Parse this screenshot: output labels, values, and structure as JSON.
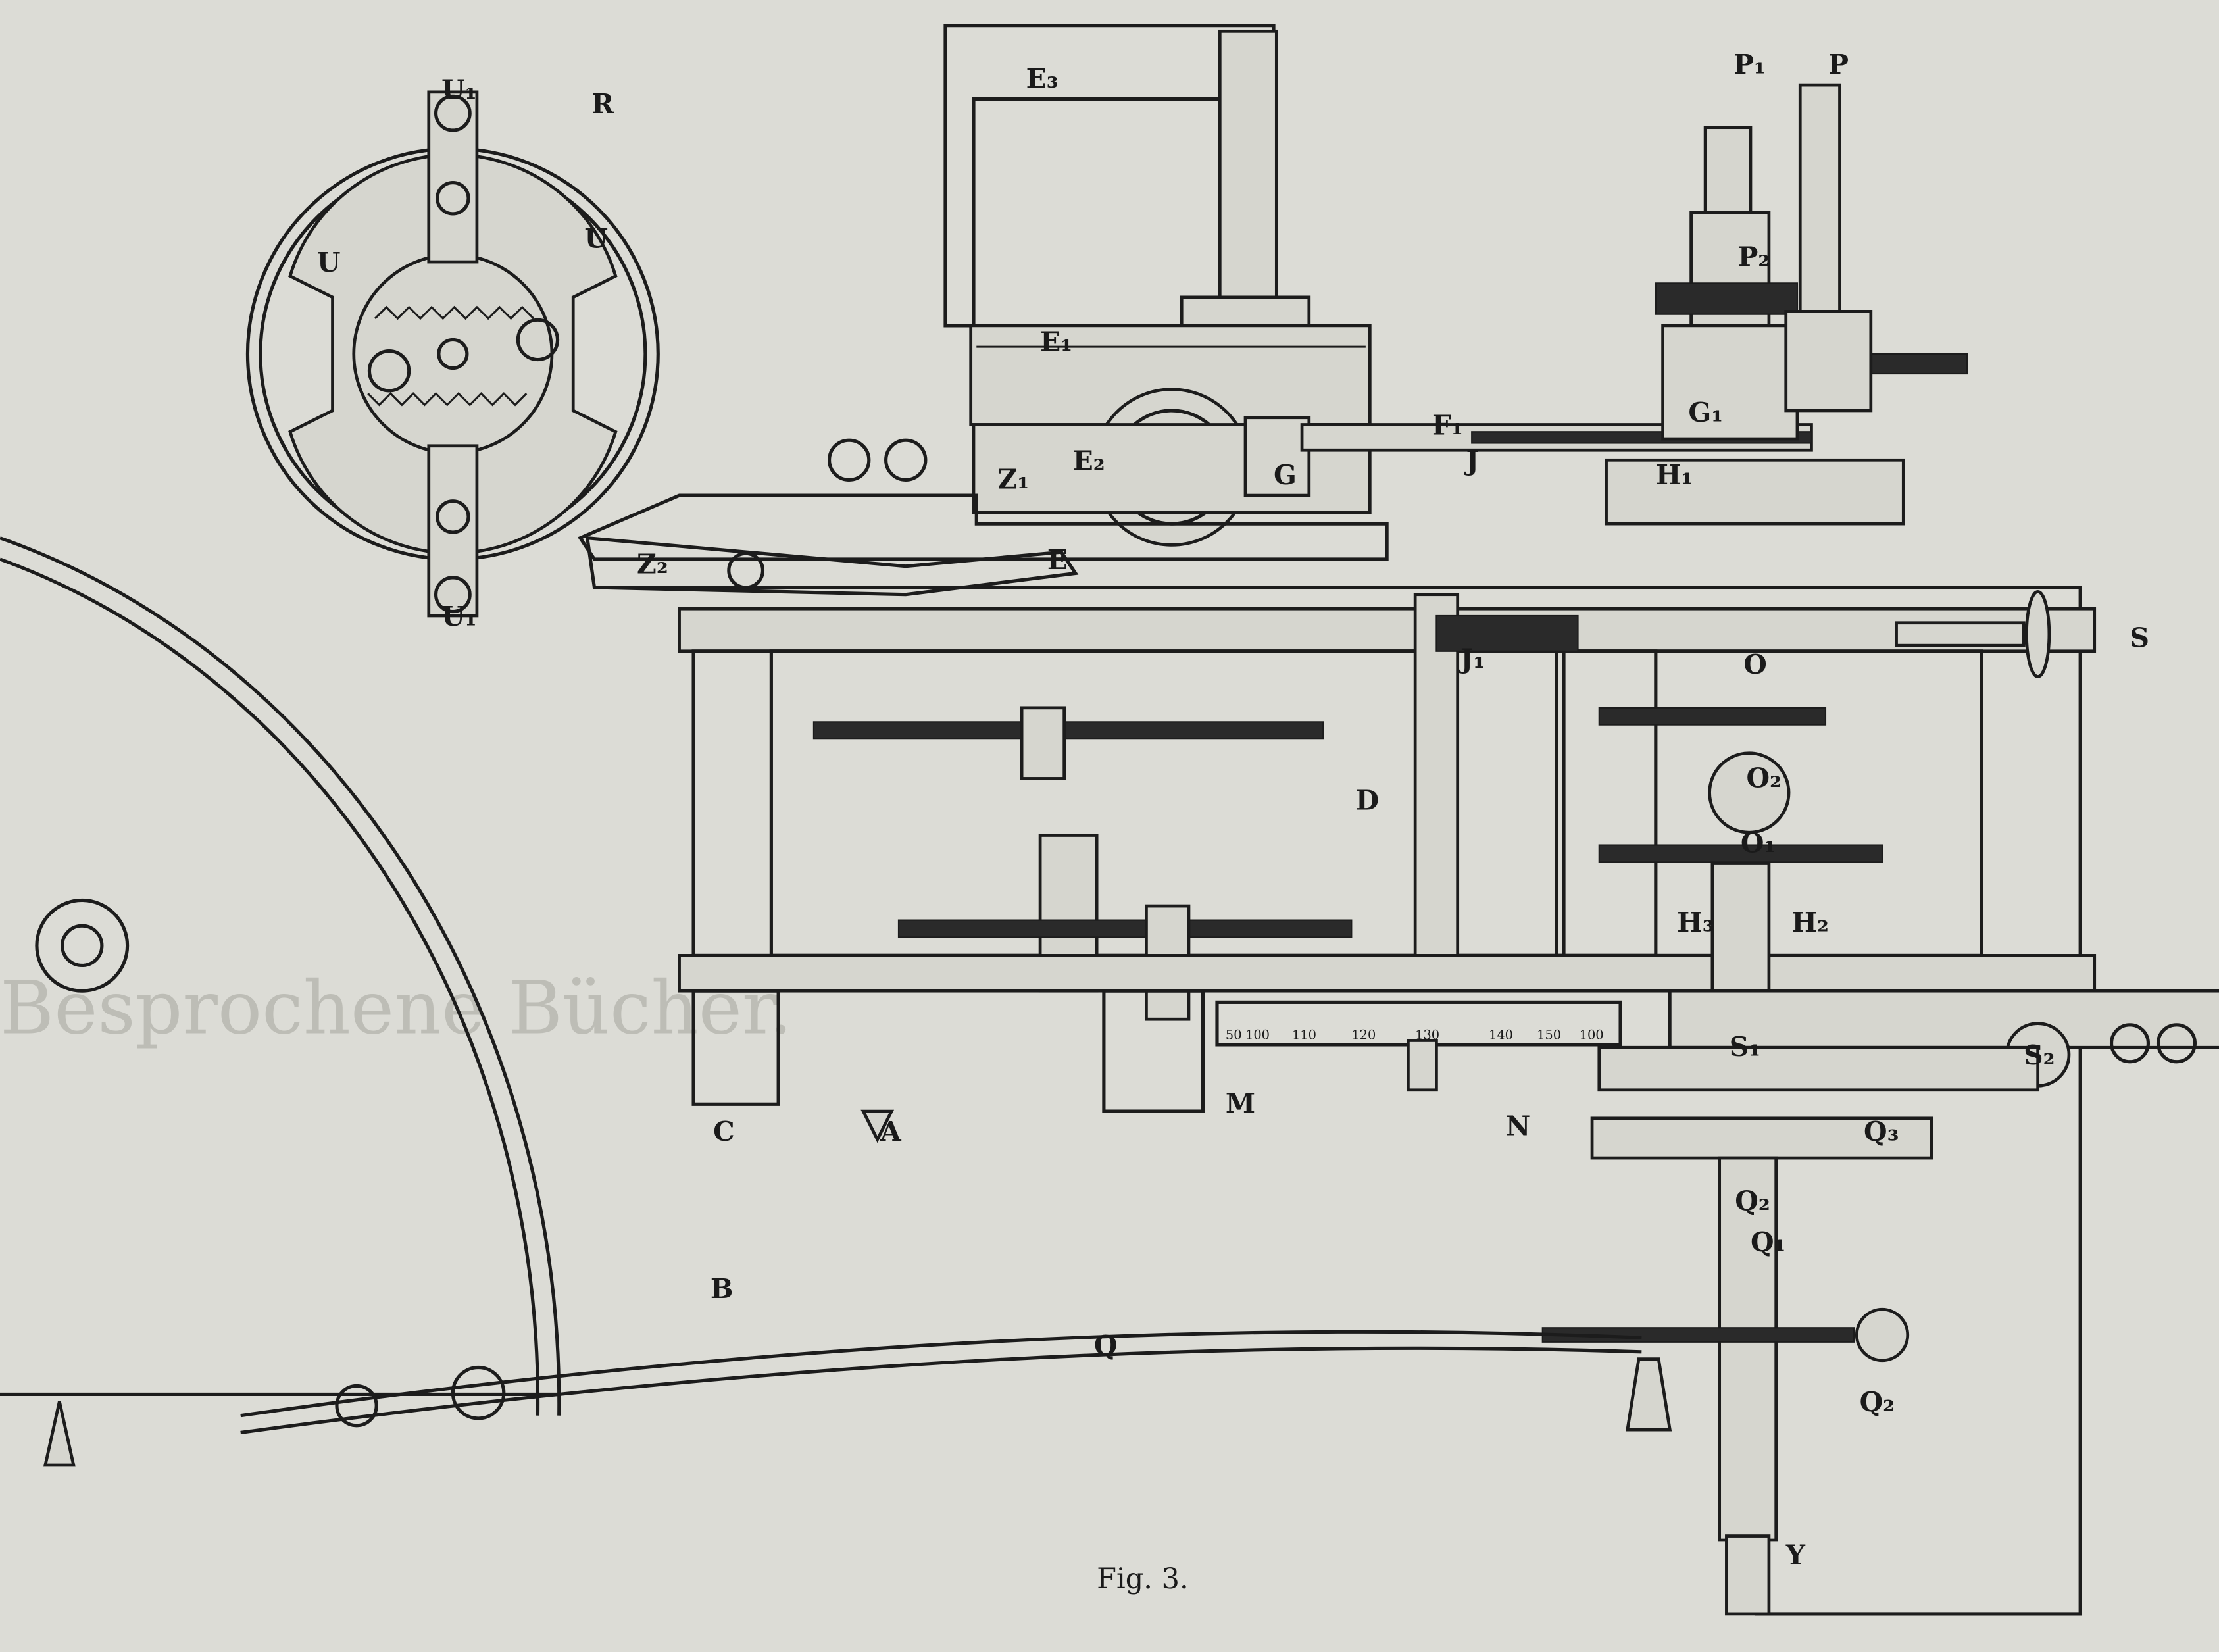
{
  "figure": {
    "caption": "Fig. 3.",
    "bleed_heading": "Besprochene Bücher.",
    "labels": {
      "U1_top": "U₁",
      "R": "R",
      "U_left": "U",
      "U_right": "U",
      "U1_bottom": "U₁",
      "E3": "E₃",
      "P1": "P₁",
      "P": "P",
      "E1": "E₁",
      "P2": "P₂",
      "E2": "E₂",
      "F1": "F₁",
      "G1": "G₁",
      "J": "J",
      "G": "G",
      "Z1": "Z₁",
      "H1": "H₁",
      "E": "E",
      "Z2": "Z₂",
      "J1": "J₁",
      "S": "S",
      "O": "O",
      "O2": "O₂",
      "D": "D",
      "O1": "O₁",
      "H3": "H₃",
      "H2": "H₂",
      "M": "M",
      "N": "N",
      "A": "A",
      "C": "C",
      "S1": "S₁",
      "S2": "S₂",
      "Q3": "Q₃",
      "Q2_upper": "Q₂",
      "Q1": "Q₁",
      "Q": "Q",
      "Q2_lower": "Q₂",
      "B": "B",
      "Y": "Y"
    },
    "scale_ticks": [
      "50",
      "100",
      "110",
      "120",
      "130",
      "140",
      "150",
      "100"
    ]
  }
}
